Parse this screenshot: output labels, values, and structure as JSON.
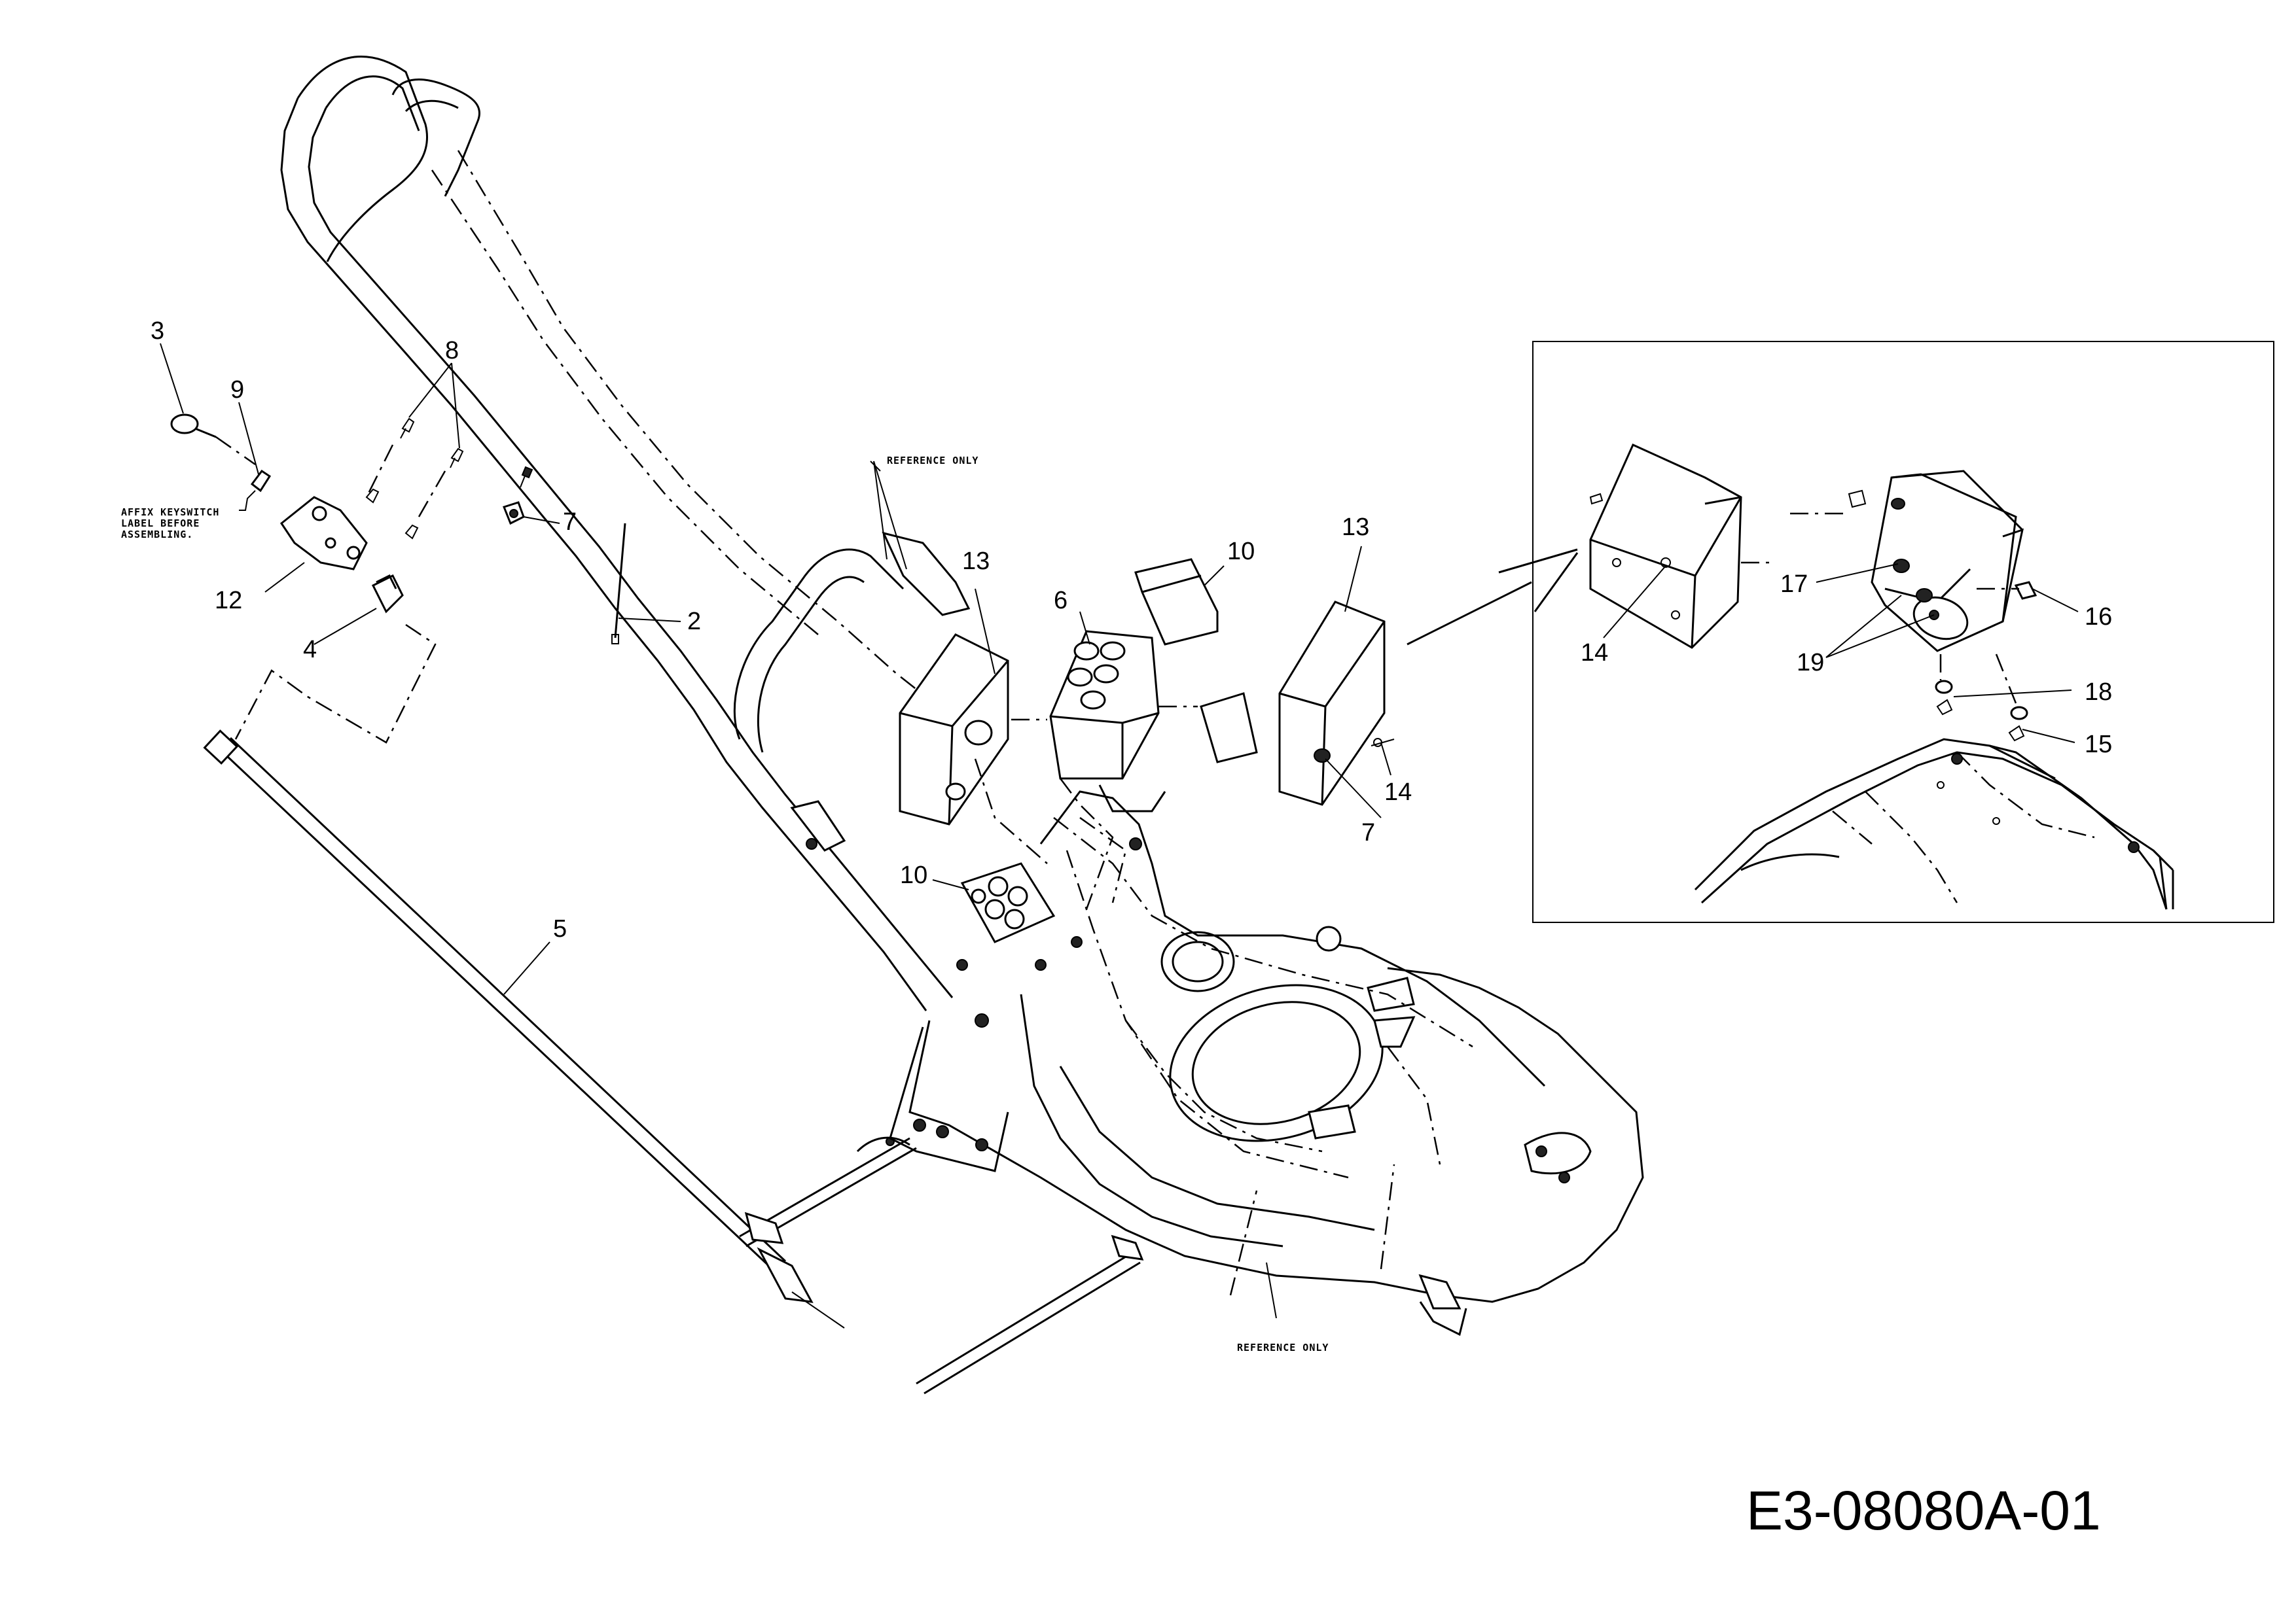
{
  "diagram_id": "E3-08080A-01",
  "notes": {
    "affix_keyswitch": [
      "AFFIX KEYSWITCH",
      "LABEL BEFORE",
      "ASSEMBLING."
    ],
    "reference_only_top": "REFERENCE ONLY",
    "reference_only_bottom": "REFERENCE ONLY"
  },
  "callouts": {
    "c2": "2",
    "c3": "3",
    "c4": "4",
    "c5": "5",
    "c6": "6",
    "c7a": "7",
    "c7b": "7",
    "c8": "8",
    "c9": "9",
    "c10a": "10",
    "c10b": "10",
    "c12": "12",
    "c13a": "13",
    "c13b": "13",
    "c14a": "14",
    "c14b": "14",
    "c15": "15",
    "c16": "16",
    "c17": "17",
    "c18": "18",
    "c19": "19"
  }
}
